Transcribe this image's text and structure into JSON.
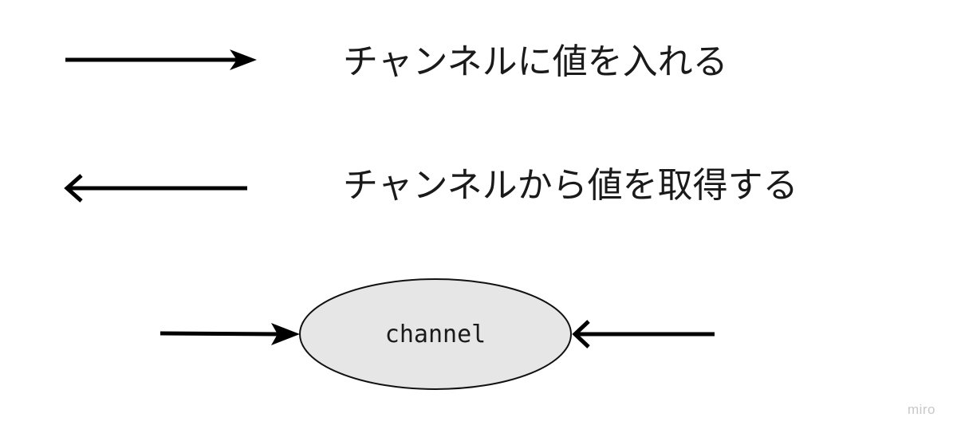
{
  "legend": {
    "put": {
      "label": "チャンネルに値を入れる",
      "arrow_direction": "right"
    },
    "get": {
      "label": "チャンネルから値を取得する",
      "arrow_direction": "left"
    }
  },
  "node": {
    "label": "channel",
    "fill_color": "#e6e6e6",
    "stroke_color": "#111111"
  },
  "watermark": {
    "text": "miro"
  }
}
